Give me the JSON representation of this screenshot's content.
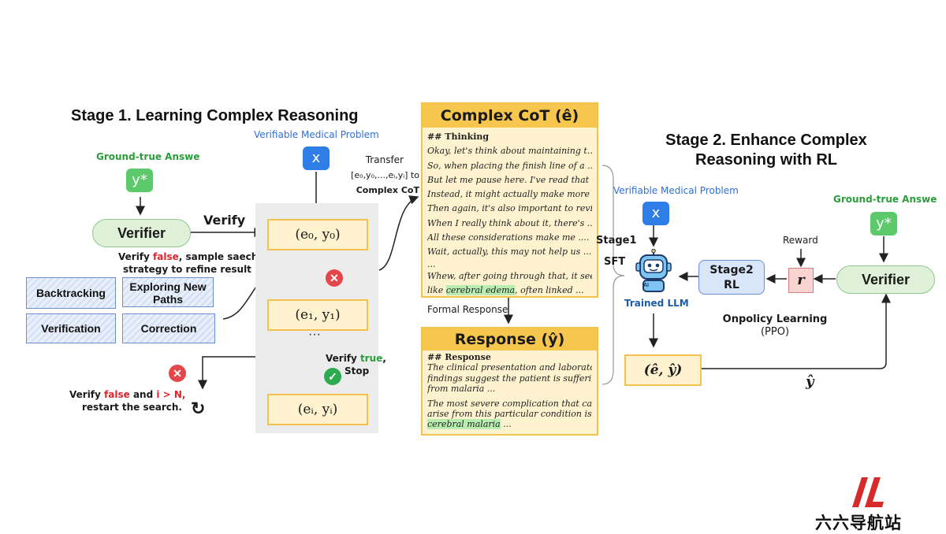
{
  "stage1": {
    "title": "Stage 1. Learning Complex Reasoning",
    "ground_truth_label": "Ground-true Answe",
    "y_badge": "y*",
    "verifier": "Verifier",
    "verify_label": "Verify",
    "problem_label": "Verifiable Medical Problem",
    "x_badge": "x",
    "verify_false_prefix": "Verify",
    "verify_false_word": "false",
    "verify_false_rest": ",  sample saech",
    "verify_false_line2": "strategy to refine result",
    "strategies": [
      "Backtracking",
      "Exploring New Paths",
      "Verification",
      "Correction"
    ],
    "states": [
      "(e₀, y₀)",
      "(e₁, y₁)",
      "(eᵢ, yᵢ)"
    ],
    "ellipsis": "···",
    "verify_true_prefix": "Verify",
    "verify_true_word": "true",
    "verify_true_stop": "Stop",
    "restart_prefix": "Verify",
    "restart_false": "false",
    "restart_and": "and",
    "restart_cond": "i > N,",
    "restart_line2": "restart the search.",
    "transfer_line1": "Transfer",
    "transfer_line2": "[e₀,y₀,...,eᵢ,yᵢ] to",
    "transfer_line3": "Complex CoT"
  },
  "cot": {
    "title": "Complex CoT (ê)",
    "heading": "## Thinking",
    "lines": [
      "Okay, let's think about maintaining t...",
      "So, when placing the finish line of a  ...",
      "But let me pause here. I've read that  ...",
      "Instead, it might actually make more  ...",
      "Then again, it's also important to revi...",
      "When I really think about it, there's  ...",
      "All these considerations make me  ....",
      "Wait, actually, this may not help us ...",
      "..."
    ],
    "last_line1": "Whew, after going through that, it seems",
    "last_prefix": "like ",
    "last_highlight": "cerebral edema",
    "last_suffix": ", often linked  ..."
  },
  "formal_response": "Formal Response",
  "response": {
    "title": "Response (ŷ)",
    "heading": "## Response",
    "para1": [
      "The clinical presentation and laboratory",
      "findings suggest the patient is suffering",
      "from malaria ..."
    ],
    "para2": [
      "The most severe complication that can",
      "arise from this particular condition is"
    ],
    "para2_highlight": "cerebral malaria",
    "para2_suffix": " ..."
  },
  "stage2": {
    "title_line1": "Stage 2. Enhance Complex",
    "title_line2": "Reasoning with RL",
    "problem_label": "Verifiable Medical Problem",
    "x_badge": "x",
    "stage1_sft_line1": "Stage1",
    "stage1_sft_line2": "SFT",
    "trained_llm": "Trained LLM",
    "robot_tag": "AI",
    "stage2_rl_line1": "Stage2",
    "stage2_rl_line2": "RL",
    "reward": "Reward",
    "r": "r",
    "ground_truth_label": "Ground-true Answe",
    "y_badge": "y*",
    "verifier": "Verifier",
    "onpolicy_line1": "Onpolicy Learning",
    "onpolicy_line2": "(PPO)",
    "output_pair": "(ê, ŷ)",
    "y_hat": "ŷ"
  },
  "watermark": {
    "logo": "LL",
    "text": "六六导航站"
  },
  "colors": {
    "accent_yellow": "#f7c64c",
    "verifier_green": "#dff1d9",
    "badge_blue": "#2f7ee8",
    "badge_green": "#5cc96b",
    "false_red": "#d8262b",
    "true_green": "#2a9d3a"
  }
}
